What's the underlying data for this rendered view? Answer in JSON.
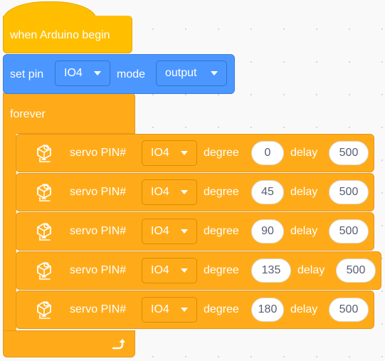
{
  "hat": {
    "label": "when Arduino begin"
  },
  "setpin": {
    "label": "set pin",
    "pin": "IO4",
    "mode_label": "mode",
    "mode": "output"
  },
  "forever": {
    "label": "forever"
  },
  "servo_rows": [
    {
      "label": "servo PIN#",
      "pin": "IO4",
      "degree_label": "degree",
      "degree": "0",
      "delay_label": "delay",
      "delay": "500"
    },
    {
      "label": "servo PIN#",
      "pin": "IO4",
      "degree_label": "degree",
      "degree": "45",
      "delay_label": "delay",
      "delay": "500"
    },
    {
      "label": "servo PIN#",
      "pin": "IO4",
      "degree_label": "degree",
      "degree": "90",
      "delay_label": "delay",
      "delay": "500"
    },
    {
      "label": "servo PIN#",
      "pin": "IO4",
      "degree_label": "degree",
      "degree": "135",
      "delay_label": "delay",
      "delay": "500"
    },
    {
      "label": "servo PIN#",
      "pin": "IO4",
      "degree_label": "degree",
      "degree": "180",
      "delay_label": "delay",
      "delay": "500"
    }
  ],
  "icons": {
    "servo": "servo-motor-icon",
    "loop": "loop-arrow-icon",
    "dropdown": "caret-down-icon"
  },
  "colors": {
    "event": "#ffbf00",
    "pin_block": "#4c97ff",
    "control": "#ffab19"
  }
}
